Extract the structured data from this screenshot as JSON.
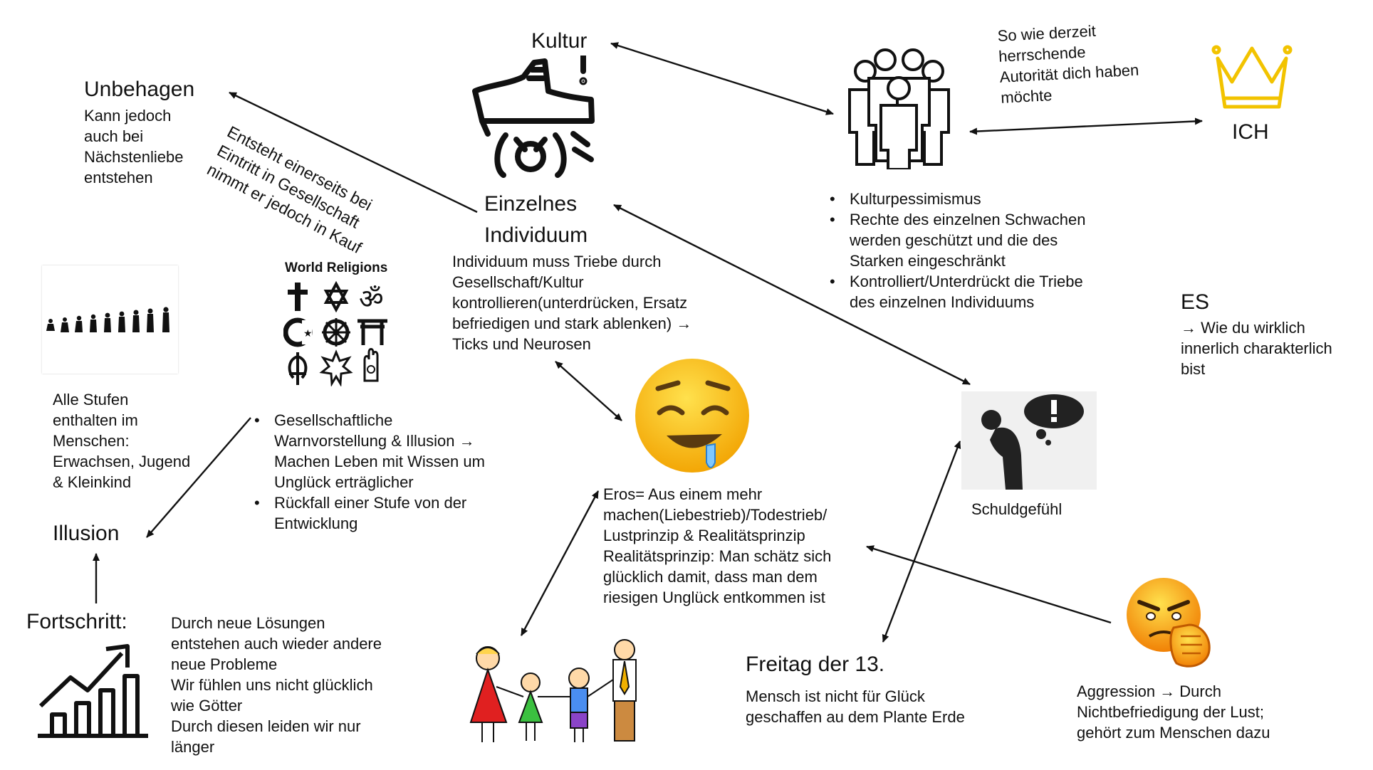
{
  "nodes": {
    "kultur": "Kultur",
    "ich": "ICH",
    "ich_note": "So wie derzeit\nherrschende\nAutorität dich haben\nmöchte",
    "unbehagen_title": "Unbehagen",
    "unbehagen_text": "Kann jedoch\nauch bei\nNächstenliebe\nentstehen",
    "entsteht_text": "Entsteht einerseits bei\nEintritt in Gesellschaft\nnimmt er jedoch in Kauf",
    "individuum_title": "Einzelnes\nIndividuum",
    "individuum_text": "Individuum muss Triebe durch\nGesellschaft/Kultur\nkontrollieren(unterdrücken, Ersatz\nbefriedigen und stark ablenken) →\nTicks und Neurosen",
    "kultur_bullets": [
      "Kulturpessimismus",
      "Rechte des einzelnen Schwachen\nwerden geschützt und die des\nStarken eingeschränkt",
      "Kontrolliert/Unterdrückt die Triebe\ndes einzelnen Individuums"
    ],
    "es_title": "ES",
    "es_text": "→ Wie du wirklich\ninnerlich charakterlich\nbist",
    "world_religions": "World Religions",
    "stufen_text": "Alle Stufen\nenthalten im\nMenschen:\nErwachsen, Jugend\n& Kleinkind",
    "religion_bullets": [
      "Gesellschaftliche\nWarnvorstellung & Illusion →\nMachen Leben mit Wissen um\nUnglück erträglicher",
      "Rückfall einer Stufe von der\nEntwicklung"
    ],
    "illusion": "Illusion",
    "fortschritt_title": "Fortschritt:",
    "fortschritt_text": "Durch neue Lösungen\nentstehen auch wieder andere\nneue Probleme\nWir fühlen uns nicht glücklich\nwie Götter\nDurch diesen leiden wir nur\nlänger",
    "eros_text": "Eros= Aus einem mehr\nmachen(Liebestrieb)/Todestrieb/\nLustprinzip & Realitätsprinzip\nRealitätsprinzip: Man schätz sich\nglücklich damit, dass man dem\nriesigen Unglück entkommen ist",
    "schuld": "Schuldgefühl",
    "freitag_title": "Freitag der 13.",
    "freitag_text": "Mensch ist nicht für Glück\ngeschaffen au dem Plante Erde",
    "aggression_text": "Aggression → Durch\nNichtbefriedigung der Lust;\ngehört zum Menschen dazu"
  },
  "icons": {
    "kultur": "boot-stomp-icon",
    "gruppe": "people-group-icon",
    "ich": "crown-icon",
    "evolution": "evolution-icon",
    "religion": "religion-symbols-icon",
    "eros": "drooling-emoji-icon",
    "schuld": "guilt-thinking-icon",
    "familie": "family-icon",
    "aggression": "angry-emoji-icon",
    "fortschritt": "growth-chart-icon"
  },
  "colors": {
    "crown": "#f2c300",
    "emoji": "#f7b500",
    "angry": "#f07a00",
    "line": "#111111"
  }
}
